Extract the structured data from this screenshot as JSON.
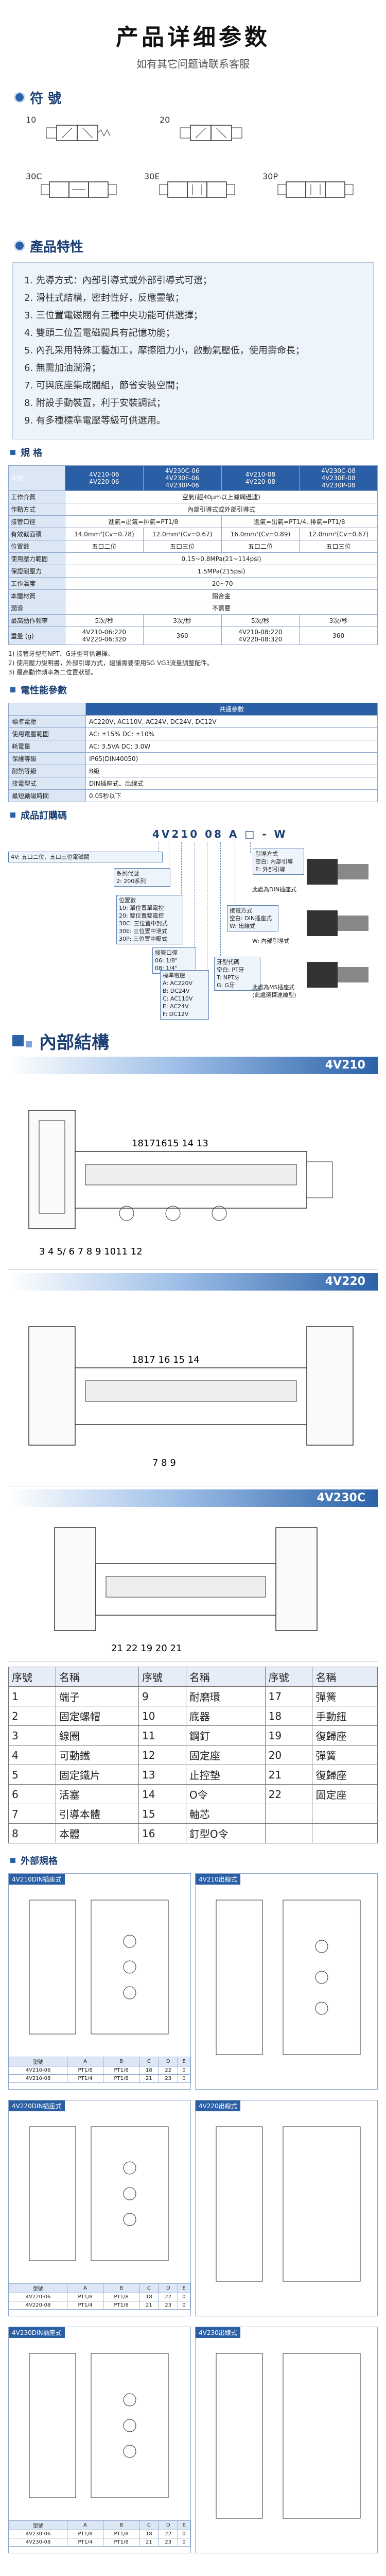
{
  "title": {
    "main": "产品详细参数",
    "sub": "如有其它问题请联系客服"
  },
  "symbols": {
    "heading": "符 號",
    "items": [
      {
        "code": "10"
      },
      {
        "code": "20"
      },
      {
        "code": "30C"
      },
      {
        "code": "30E"
      },
      {
        "code": "30P"
      }
    ]
  },
  "features": {
    "heading": "產品特性",
    "items": [
      "1. 先導方式：內部引導式或外部引導式可選；",
      "2. 滑柱式結構，密封性好，反應靈敏；",
      "3. 三位置電磁閥有三種中央功能可供選擇；",
      "4. 雙頭二位置電磁閥具有記憶功能；",
      "5. 內孔采用特殊工藝加工，摩擦阻力小，啟動氣壓低，使用壽命長；",
      "6. 無需加油潤滑；",
      "7. 可與底座集成閥組，節省安裝空間；",
      "8. 附設手動裝置，利于安裝調試；",
      "9. 有多種標準電壓等級可供選用。"
    ]
  },
  "spec": {
    "heading": "規 格",
    "models": [
      "4V210-06\n4V220-06",
      "4V230C-06\n4V230E-06\n4V230P-06",
      "4V210-08\n4V220-08",
      "4V230C-08\n4V230E-08\n4V230P-08"
    ],
    "rows": [
      {
        "label": "型號",
        "cells": []
      },
      {
        "label": "工作介質",
        "span": "空氣(經40μm以上濾網過濾)"
      },
      {
        "label": "作動方式",
        "span": "內部引導式或外部引導式"
      },
      {
        "label": "接管口徑",
        "cells": [
          "進氣=出氣=排氣=PT1/8",
          "進氣=出氣=PT1/4, 排氣=PT1/8"
        ]
      },
      {
        "label": "有效截面積",
        "cells": [
          "14.0mm²(Cv=0.78)",
          "12.0mm²(Cv=0.67)",
          "16.0mm²(Cv=0.89)",
          "12.0mm²(Cv=0.67)"
        ]
      },
      {
        "label": "位置數",
        "cells": [
          "五口二位",
          "五口三位",
          "五口二位",
          "五口三位"
        ]
      },
      {
        "label": "使用壓力範圍",
        "span": "0.15~0.8MPa(21~114psi)"
      },
      {
        "label": "保證耐壓力",
        "span": "1.5MPa(215psi)"
      },
      {
        "label": "工作溫度",
        "span": "-20~70"
      },
      {
        "label": "本體材質",
        "span": "鋁合金"
      },
      {
        "label": "潤滑",
        "span": "不需要"
      },
      {
        "label": "最高動作頻率",
        "cells": [
          "5次/秒",
          "3次/秒",
          "5次/秒",
          "3次/秒"
        ]
      },
      {
        "label": "重量 (g)",
        "cells": [
          "4V210-06:220\n4V220-06:320",
          "360",
          "4V210-08:220\n4V220-08:320",
          "360"
        ]
      }
    ],
    "notes": [
      "1) 接管牙型有NPT、G牙型可供選擇。",
      "2) 使用壓力說明書，外部引導方式，建議需要使用SG VG3流量調整配件。",
      "3) 最高動作頻率為二位置狀態。"
    ]
  },
  "coil": {
    "heading": "電性能參數",
    "col": "共通參數",
    "rows": [
      {
        "label": "標準電壓",
        "value": "AC220V, AC110V, AC24V, DC24V, DC12V"
      },
      {
        "label": "使用電壓範圍",
        "value": "AC: ±15%    DC: ±10%"
      },
      {
        "label": "耗電量",
        "value": "AC: 3.5VA    DC: 3.0W"
      },
      {
        "label": "保護等級",
        "value": "IP65(DIN40050)"
      },
      {
        "label": "耐熱等級",
        "value": "B級"
      },
      {
        "label": "接電型式",
        "value": "DIN插座式、出線式"
      },
      {
        "label": "最短勵磁時間",
        "value": "0.05秒以下"
      }
    ]
  },
  "order": {
    "heading": "成品訂購碼",
    "model": "4V210 08 A □ - W",
    "boxes": {
      "series": "4V: 五口二位、五口三位電磁閥",
      "seriesCode": "系列代號\n2: 200系列",
      "position": "位置數\n10: 單位置單電控\n20: 雙位置雙電控\n30C: 三位置中封式\n30E: 三位置中泄式\n30P: 三位置中壓式",
      "port": "接管口徑\n06: 1/8\"\n08: 1/4\"",
      "voltage": "標準電壓\nA: AC220V\nB: DC24V\nC: AC110V\nE: AC24V\nF: DC12V",
      "thread": "牙型代碼\n空白: PT牙\nT: NPT牙\nG: G牙",
      "lead": "接電方式\n空白: DIN插座式\nW: 出線式",
      "pilot": "引導方式\n空白: 內部引導\nE: 外部引導",
      "diagramA": "此處為DIN插座式",
      "diagramB": "W: 內部引導式",
      "diagramC": "此處為MS插座式\n(此處選擇連線型)"
    }
  },
  "internal": {
    "heading": "內部結構",
    "models": [
      "4V210",
      "4V220",
      "4V230C"
    ],
    "callouts": {
      "a": "18171615 14 13",
      "b": "3 4 5/ 6 7 8 9 1011 12",
      "c": "1817 16 15 14",
      "d": "7 8 9",
      "e": "21 22 19 20 21"
    },
    "parts": [
      [
        "序號",
        "名稱",
        "序號",
        "名稱",
        "序號",
        "名稱"
      ],
      [
        "1",
        "端子",
        "9",
        "耐磨環",
        "17",
        "彈簧"
      ],
      [
        "2",
        "固定螺帽",
        "10",
        "底器",
        "18",
        "手動鈕"
      ],
      [
        "3",
        "線圈",
        "11",
        "鋼釘",
        "19",
        "復歸座"
      ],
      [
        "4",
        "可動鐵",
        "12",
        "固定座",
        "20",
        "彈簧"
      ],
      [
        "5",
        "固定鐵片",
        "13",
        "止控墊",
        "21",
        "復歸座"
      ],
      [
        "6",
        "活塞",
        "14",
        "O令",
        "22",
        "固定座"
      ],
      [
        "7",
        "引導本體",
        "15",
        "軸芯",
        "",
        ""
      ],
      [
        "8",
        "本體",
        "16",
        "釘型O令",
        "",
        ""
      ]
    ]
  },
  "dimensions": {
    "heading": "外部規格",
    "cards": [
      {
        "tag": "4V210DIN插座式",
        "models": [
          "4V210-06",
          "4V210-08"
        ],
        "cols": [
          "型號",
          "A",
          "B",
          "C",
          "D",
          "E"
        ],
        "vals": [
          [
            "4V210-06",
            "PT1/8",
            "PT1/8",
            "18",
            "22",
            "0"
          ],
          [
            "4V210-08",
            "PT1/4",
            "PT1/8",
            "21",
            "23",
            "0"
          ]
        ]
      },
      {
        "tag": "4V210出線式",
        "models": [],
        "cols": [],
        "vals": []
      },
      {
        "tag": "4V220DIN插座式",
        "models": [
          "4V220-06",
          "4V220-08"
        ],
        "cols": [
          "型號",
          "A",
          "B",
          "C",
          "D",
          "E"
        ],
        "vals": [
          [
            "4V220-06",
            "PT1/8",
            "PT1/8",
            "18",
            "22",
            "0"
          ],
          [
            "4V220-08",
            "PT1/4",
            "PT1/8",
            "21",
            "23",
            "0"
          ]
        ]
      },
      {
        "tag": "4V220出線式",
        "models": [],
        "cols": [],
        "vals": []
      },
      {
        "tag": "4V230DIN插座式",
        "models": [
          "4V230-06",
          "4V230-08"
        ],
        "cols": [
          "型號",
          "A",
          "B",
          "C",
          "D",
          "E"
        ],
        "vals": [
          [
            "4V230-06",
            "PT1/8",
            "PT1/8",
            "18",
            "22",
            "0"
          ],
          [
            "4V230-08",
            "PT1/4",
            "PT1/8",
            "21",
            "23",
            "0"
          ]
        ]
      },
      {
        "tag": "4V230出線式",
        "models": [],
        "cols": [],
        "vals": []
      }
    ]
  },
  "colors": {
    "brand": "#2b62a8",
    "light": "#dbe7f5",
    "dark": "#1b3f72"
  }
}
